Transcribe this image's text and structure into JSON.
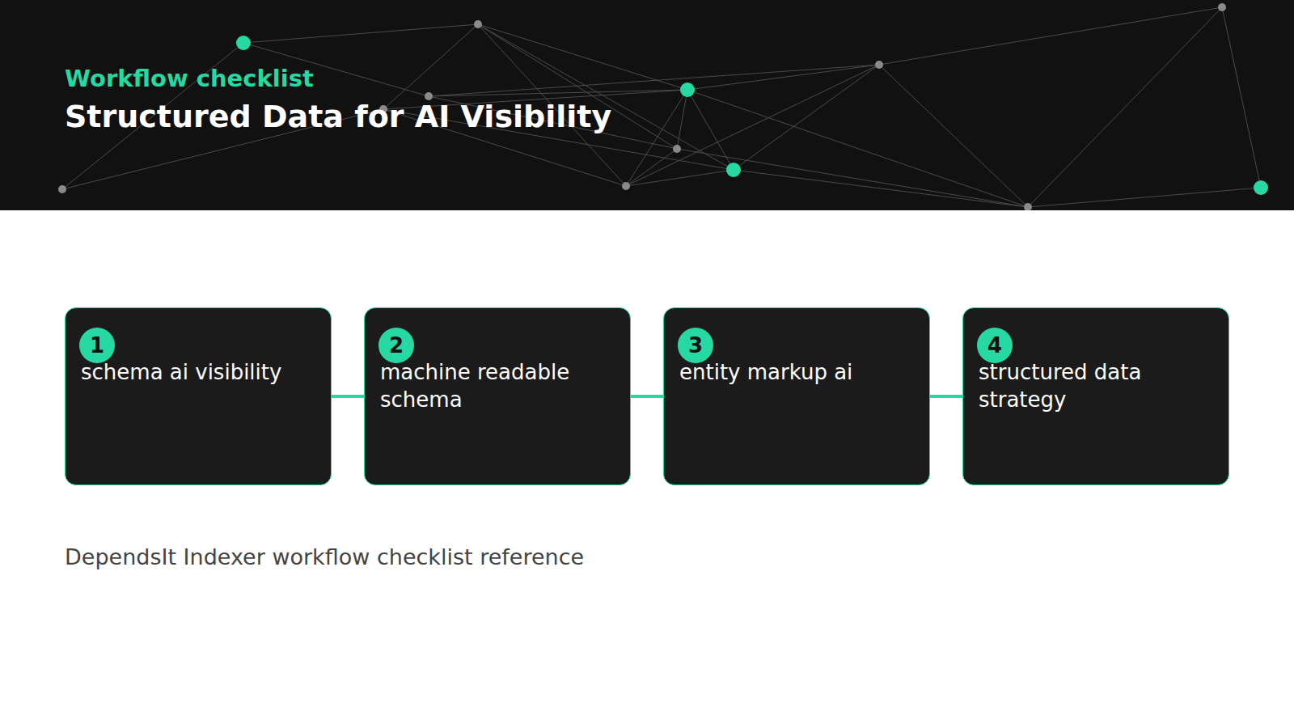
{
  "diagram": {
    "title": "Structured Data for AI Visibility",
    "caption": "DependsIt Indexer workflow checklist reference",
    "nodes": [
      {
        "text": [
          "1",
          "schema ai visibility"
        ]
      },
      {
        "text": [
          "2",
          "machine readable schema"
        ]
      },
      {
        "text": [
          "3",
          "entity markup ai"
        ]
      },
      {
        "text": [
          "4",
          "structured data strategy"
        ]
      }
    ],
    "edges": [
      {
        "from": 0,
        "to": 1,
        "arrow": "none"
      },
      {
        "from": 1,
        "to": 2,
        "arrow": "none"
      },
      {
        "from": 2,
        "to": 3,
        "arrow": "none"
      }
    ],
    "labels": [
      "Workflow checklist"
    ]
  }
}
